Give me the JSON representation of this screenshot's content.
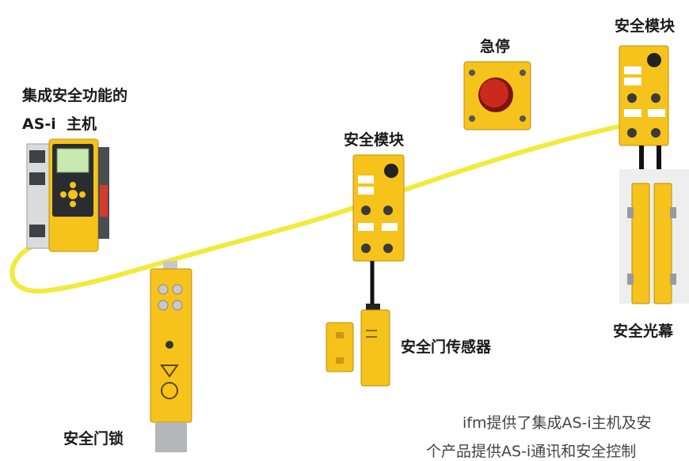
{
  "labels": {
    "master_line1": "集成安全功能的",
    "master_line2": "AS-i  主机",
    "estop": "急停",
    "module_mid": "安全模块",
    "module_right": "安全模块",
    "door_sensor": "安全门传感器",
    "light_curtain": "安全光幕",
    "door_lock": "安全门锁"
  },
  "caption": {
    "line1": "ifm提供了集成AS-i主机及安",
    "line2": "个产品提供AS-i通讯和安全控制"
  },
  "colors": {
    "cable": "#f2ea3c",
    "device_yellow": "#f6c21c",
    "black_cable": "#111111"
  }
}
